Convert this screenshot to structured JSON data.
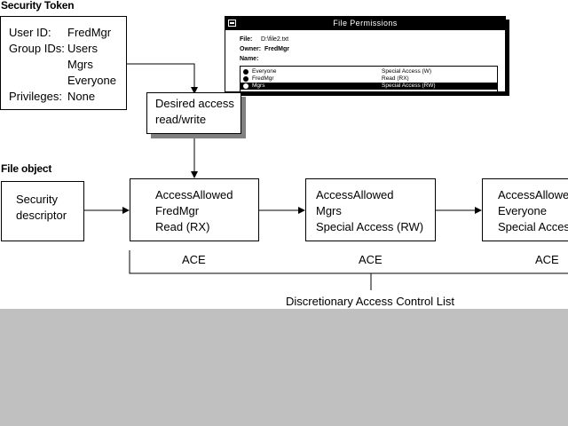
{
  "security_token": {
    "heading": "Security Token",
    "user_id_label": "User ID:",
    "user_id": "FredMgr",
    "group_ids_label": "Group IDs:",
    "groups": [
      "Users",
      "Mgrs",
      "Everyone"
    ],
    "privileges_label": "Privileges:",
    "privileges": "None"
  },
  "desired_access": {
    "line1": "Desired access",
    "line2": "read/write"
  },
  "file_permissions_window": {
    "title": "File Permissions",
    "file_label": "File:",
    "file_value": "D:\\file2.txt",
    "owner_label": "Owner:",
    "owner_value": "FredMgr",
    "name_label": "Name:",
    "entries": [
      {
        "name": "Everyone",
        "access": "Special Access (W)"
      },
      {
        "name": "FredMgr",
        "access": "Read (RX)"
      },
      {
        "name": "Mgrs",
        "access": "Special Access (RW)"
      }
    ]
  },
  "file_object": {
    "heading": "File object",
    "security_descriptor": {
      "line1": "Security",
      "line2": "descriptor"
    },
    "aces": [
      {
        "type": "AccessAllowed",
        "who": "FredMgr",
        "access": "Read (RX)",
        "label": "ACE"
      },
      {
        "type": "AccessAllowed",
        "who": "Mgrs",
        "access": "Special Access (RW)",
        "label": "ACE"
      },
      {
        "type": "AccessAllowed",
        "who": "Everyone",
        "access": "Special Access (W)",
        "label": "ACE"
      }
    ],
    "dacl_label": "Discretionary Access Control List"
  }
}
